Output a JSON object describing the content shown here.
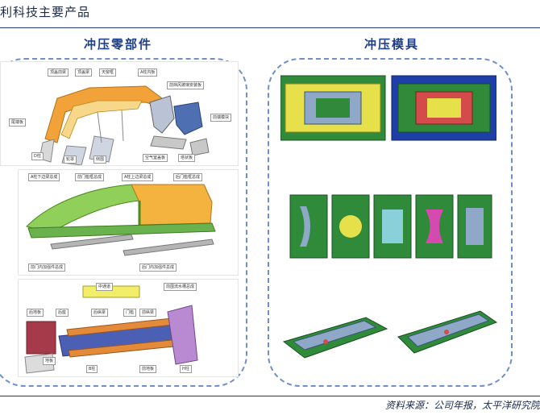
{
  "header": {
    "title": "利科技主要产品"
  },
  "left_panel": {
    "title": "冲压零部件",
    "figure1_labels": [
      "顶盖前梁",
      "顶盖梁",
      "天窗框",
      "A柱内板",
      "前挡风玻璃安装板",
      "尾端板",
      "前端模块",
      "空气室盖板",
      "塔状板",
      "D柱",
      "轮罩",
      "侧围"
    ],
    "figure2_labels": [
      "A柱下边梁总成",
      "前门槛框总成",
      "A柱上边梁总成",
      "后门槛框总成",
      "前门内加强件总成",
      "后门内加强件总成"
    ],
    "figure3_labels": [
      "中通道",
      "前围流水槽总成",
      "后地板",
      "后座",
      "后纵梁",
      "门槛",
      "前纵梁",
      "地板",
      "前地板",
      "B柱",
      "H柱"
    ]
  },
  "right_panel": {
    "title": "冲压模具"
  },
  "footer": {
    "source": "资料来源：公司年报，太平洋研究院"
  },
  "colors": {
    "accent": "#1c3f8c",
    "border": "#6f8fc9",
    "line": "#1f3a6b"
  }
}
